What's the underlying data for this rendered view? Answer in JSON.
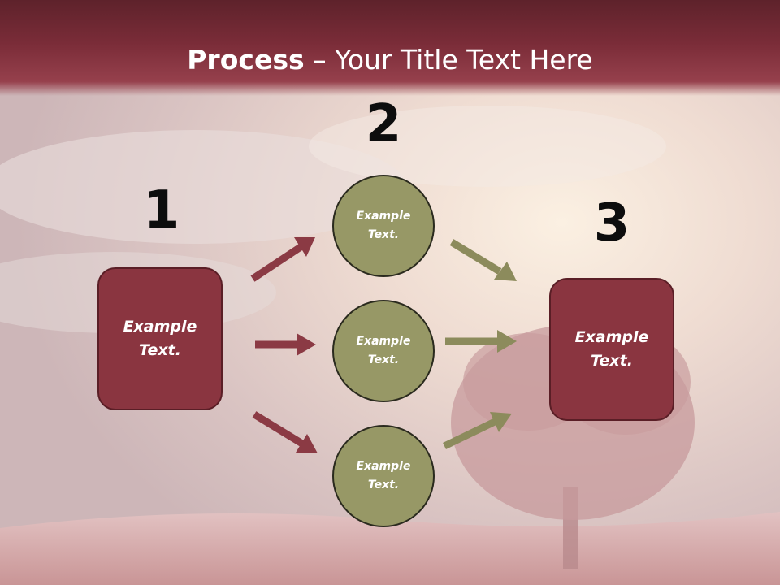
{
  "title": {
    "bold": "Process",
    "rest": " – Your Title Text Here"
  },
  "steps": [
    "1",
    "2",
    "3"
  ],
  "left_box": {
    "text": "Example\nText."
  },
  "right_box": {
    "text": "Example\nText."
  },
  "circles": [
    {
      "text": "Example\nText."
    },
    {
      "text": "Example\nText."
    },
    {
      "text": "Example\nText."
    }
  ],
  "colors": {
    "header": "#7a2c38",
    "box_fill": "#8a3540",
    "circle_fill": "#979866",
    "arrow_red": "#8b3a44",
    "arrow_olive": "#8c8b5c"
  }
}
